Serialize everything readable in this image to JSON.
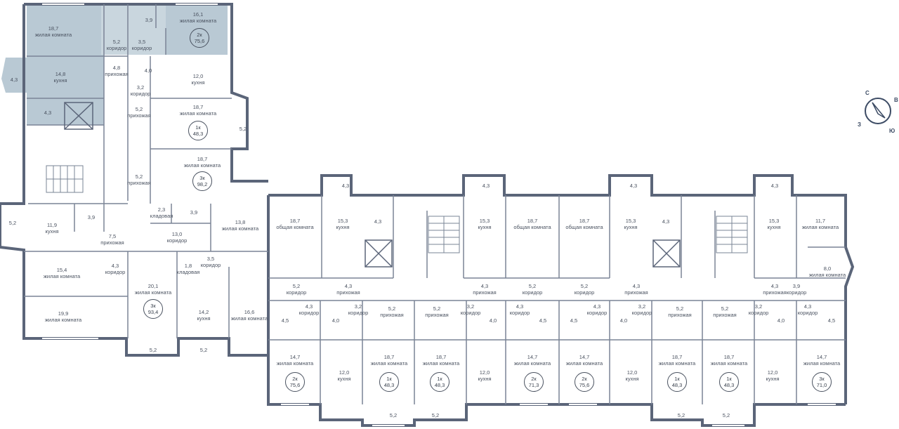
{
  "colors": {
    "wall": "#5b6579",
    "highlight": "#b9c9d4",
    "line": "#7a8496",
    "background": "#ffffff"
  },
  "rooms": [
    {
      "id": "r1",
      "value": "18,7",
      "name": "жилая комната"
    },
    {
      "id": "r2",
      "value": "3,9",
      "name": ""
    },
    {
      "id": "r3",
      "value": "16,1",
      "name": "жилая комната"
    },
    {
      "id": "r4",
      "value": "5,2",
      "name": "коридор"
    },
    {
      "id": "r5",
      "value": "3,5",
      "name": "коридор"
    },
    {
      "id": "r6",
      "value": "4,3",
      "name": ""
    },
    {
      "id": "r7",
      "value": "14,8",
      "name": "кухня"
    },
    {
      "id": "r8",
      "value": "4,8",
      "name": "прихожая"
    },
    {
      "id": "r9",
      "value": "4,0",
      "name": ""
    },
    {
      "id": "r10",
      "value": "12,0",
      "name": "кухня"
    },
    {
      "id": "r11",
      "value": "3,2",
      "name": "коридор"
    },
    {
      "id": "r12",
      "value": "4,3",
      "name": ""
    },
    {
      "id": "r13",
      "value": "5,2",
      "name": "прихожая"
    },
    {
      "id": "r14",
      "value": "18,7",
      "name": "жилая комната"
    },
    {
      "id": "r15",
      "value": "5,2",
      "name": ""
    },
    {
      "id": "r16",
      "value": "18,7",
      "name": "жилая комната"
    },
    {
      "id": "r17",
      "value": "5,2",
      "name": "прихожая"
    },
    {
      "id": "r18",
      "value": "5,2",
      "name": ""
    },
    {
      "id": "r19",
      "value": "11,9",
      "name": "кухня"
    },
    {
      "id": "r20",
      "value": "3,9",
      "name": ""
    },
    {
      "id": "r21",
      "value": "2,3",
      "name": "кладовая"
    },
    {
      "id": "r22",
      "value": "3,9",
      "name": ""
    },
    {
      "id": "r23",
      "value": "13,0",
      "name": "коридор"
    },
    {
      "id": "r24",
      "value": "13,8",
      "name": "жилая комната"
    },
    {
      "id": "r25",
      "value": "7,5",
      "name": "прихожая"
    },
    {
      "id": "r26",
      "value": "15,4",
      "name": "жилая комната"
    },
    {
      "id": "r27",
      "value": "4,3",
      "name": "коридор"
    },
    {
      "id": "r28",
      "value": "20,1",
      "name": "жилая комната"
    },
    {
      "id": "r29",
      "value": "1,8",
      "name": "кладовая"
    },
    {
      "id": "r30",
      "value": "3,5",
      "name": "коридор"
    },
    {
      "id": "r31",
      "value": "14,2",
      "name": "кухня"
    },
    {
      "id": "r32",
      "value": "16,6",
      "name": "жилая комната"
    },
    {
      "id": "r33",
      "value": "19,9",
      "name": "жилая комната"
    },
    {
      "id": "r34",
      "value": "5,2",
      "name": ""
    },
    {
      "id": "r35",
      "value": "5,2",
      "name": ""
    },
    {
      "id": "r36",
      "value": "4,3",
      "name": ""
    },
    {
      "id": "r37",
      "value": "4,3",
      "name": ""
    },
    {
      "id": "r38",
      "value": "4,3",
      "name": ""
    },
    {
      "id": "r39",
      "value": "4,3",
      "name": ""
    },
    {
      "id": "r40",
      "value": "18,7",
      "name": "общая комната"
    },
    {
      "id": "r41",
      "value": "15,3",
      "name": "кухня"
    },
    {
      "id": "r42",
      "value": "4,3",
      "name": ""
    },
    {
      "id": "r43",
      "value": "15,3",
      "name": "кухня"
    },
    {
      "id": "r44",
      "value": "18,7",
      "name": "общая комната"
    },
    {
      "id": "r45",
      "value": "18,7",
      "name": "общая комната"
    },
    {
      "id": "r46",
      "value": "15,3",
      "name": "кухня"
    },
    {
      "id": "r47",
      "value": "4,3",
      "name": ""
    },
    {
      "id": "r48",
      "value": "15,3",
      "name": "кухня"
    },
    {
      "id": "r49",
      "value": "11,7",
      "name": "жилая комната"
    },
    {
      "id": "r50",
      "value": "8,0",
      "name": "жилая комната"
    },
    {
      "id": "r51",
      "value": "5,2",
      "name": "коридор"
    },
    {
      "id": "r52",
      "value": "4,3",
      "name": "прихожая"
    },
    {
      "id": "r53",
      "value": "4,3",
      "name": "прихожая"
    },
    {
      "id": "r54",
      "value": "5,2",
      "name": "коридор"
    },
    {
      "id": "r55",
      "value": "5,2",
      "name": "коридор"
    },
    {
      "id": "r56",
      "value": "4,3",
      "name": "прихожая"
    },
    {
      "id": "r57",
      "value": "4,3",
      "name": "прихожая"
    },
    {
      "id": "r58",
      "value": "3,9",
      "name": "коридор"
    },
    {
      "id": "r59",
      "value": "4,3",
      "name": "коридор"
    },
    {
      "id": "r60",
      "value": "3,2",
      "name": "коридор"
    },
    {
      "id": "r61",
      "value": "5,2",
      "name": "прихожая"
    },
    {
      "id": "r62",
      "value": "5,2",
      "name": "прихожая"
    },
    {
      "id": "r63",
      "value": "3,2",
      "name": "коридор"
    },
    {
      "id": "r64",
      "value": "4,3",
      "name": "коридор"
    },
    {
      "id": "r65",
      "value": "4,3",
      "name": "коридор"
    },
    {
      "id": "r66",
      "value": "3,2",
      "name": "коридор"
    },
    {
      "id": "r67",
      "value": "5,2",
      "name": "прихожая"
    },
    {
      "id": "r68",
      "value": "5,2",
      "name": "прихожая"
    },
    {
      "id": "r69",
      "value": "3,2",
      "name": "коридор"
    },
    {
      "id": "r70",
      "value": "4,3",
      "name": "коридор"
    },
    {
      "id": "r71",
      "value": "4,5",
      "name": ""
    },
    {
      "id": "r72",
      "value": "4,0",
      "name": ""
    },
    {
      "id": "r73",
      "value": "4,0",
      "name": ""
    },
    {
      "id": "r74",
      "value": "4,5",
      "name": ""
    },
    {
      "id": "r75",
      "value": "4,5",
      "name": ""
    },
    {
      "id": "r76",
      "value": "4,0",
      "name": ""
    },
    {
      "id": "r77",
      "value": "4,0",
      "name": ""
    },
    {
      "id": "r78",
      "value": "4,5",
      "name": ""
    },
    {
      "id": "r79",
      "value": "14,7",
      "name": "жилая комната"
    },
    {
      "id": "r80",
      "value": "12,0",
      "name": "кухня"
    },
    {
      "id": "r81",
      "value": "18,7",
      "name": "жилая комната"
    },
    {
      "id": "r82",
      "value": "18,7",
      "name": "жилая комната"
    },
    {
      "id": "r83",
      "value": "12,0",
      "name": "кухня"
    },
    {
      "id": "r84",
      "value": "14,7",
      "name": "жилая комната"
    },
    {
      "id": "r85",
      "value": "14,7",
      "name": "жилая комната"
    },
    {
      "id": "r86",
      "value": "12,0",
      "name": "кухня"
    },
    {
      "id": "r87",
      "value": "18,7",
      "name": "жилая комната"
    },
    {
      "id": "r88",
      "value": "18,7",
      "name": "жилая комната"
    },
    {
      "id": "r89",
      "value": "12,0",
      "name": "кухня"
    },
    {
      "id": "r90",
      "value": "14,7",
      "name": "жилая комната"
    },
    {
      "id": "r91",
      "value": "5,2",
      "name": ""
    },
    {
      "id": "r92",
      "value": "5,2",
      "name": ""
    },
    {
      "id": "r93",
      "value": "5,2",
      "name": ""
    },
    {
      "id": "r94",
      "value": "5,2",
      "name": ""
    }
  ],
  "apartments": [
    {
      "id": "a1",
      "type": "2к",
      "area": "75,6"
    },
    {
      "id": "a2",
      "type": "1к",
      "area": "48,3"
    },
    {
      "id": "a3",
      "type": "3к",
      "area": "98,2"
    },
    {
      "id": "a4",
      "type": "3к",
      "area": "93,4"
    },
    {
      "id": "a5",
      "type": "2к",
      "area": "75,6"
    },
    {
      "id": "a6",
      "type": "1к",
      "area": "48,3"
    },
    {
      "id": "a7",
      "type": "1к",
      "area": "48,3"
    },
    {
      "id": "a8",
      "type": "2к",
      "area": "71,3"
    },
    {
      "id": "a9",
      "type": "2к",
      "area": "75,6"
    },
    {
      "id": "a10",
      "type": "1к",
      "area": "48,3"
    },
    {
      "id": "a11",
      "type": "1к",
      "area": "48,3"
    },
    {
      "id": "a12",
      "type": "3к",
      "area": "71,0"
    }
  ],
  "compass": {
    "north": "С",
    "east": "В",
    "south": "Ю",
    "west": "З"
  }
}
